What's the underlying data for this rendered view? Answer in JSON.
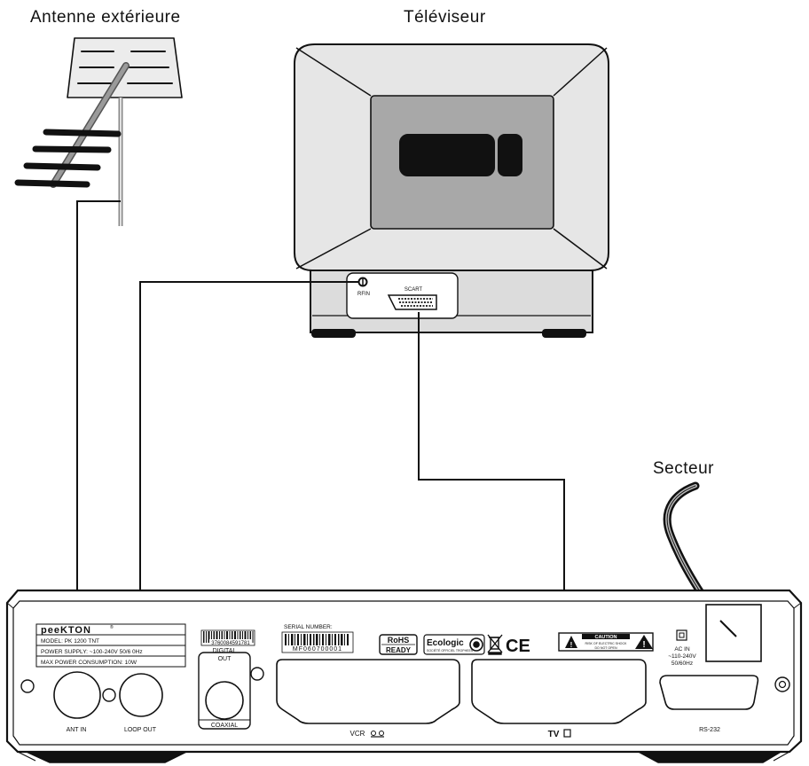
{
  "labels": {
    "antenna": "Antenne extérieure",
    "tv": "Téléviseur",
    "mains": "Secteur"
  },
  "tv_panel": {
    "rf_in": "RFIN",
    "scart": "SCART"
  },
  "receiver": {
    "brand": "peeKTON",
    "brand_mark": "®",
    "model": "MODEL: PK 1200 TNT",
    "power_supply": "POWER SUPPLY: ~100-240V 50/6 0Hz",
    "max_power": "MAX POWER CONSUMPTION: 10W",
    "barcode_number": "3760084591781",
    "serial_label": "SERIAL NUMBER:",
    "serial_number": "MF060700001",
    "rohs_top": "RoHS",
    "rohs_bottom": "READY",
    "ecologic": "Ecologic",
    "ecologic_sub": "SOCIÉTÉ OFFICIEL TROPHEES",
    "ce": "CE",
    "caution_title": "CAUTION",
    "caution_line1": "RISK OF ELECTRIC SHOCK",
    "caution_line2": "DO NOT OPEN",
    "ac_in": [
      "AC IN",
      "~110-240V",
      "50/60Hz"
    ],
    "digital_out": [
      "DIGITAL",
      "OUT"
    ],
    "coaxial": "COAXIAL",
    "ant_in": "ANT IN",
    "loop_out": "LOOP OUT",
    "vcr": "VCR",
    "tv_port": "TV",
    "rs232": "RS-232"
  },
  "colors": {
    "line": "#111111",
    "tv_body": "#e6e6e6",
    "tv_screen": "#a8a8a8",
    "tv_stand": "#dcdcdc",
    "antenna_panel": "#eeeeee",
    "cable": "#888888"
  }
}
